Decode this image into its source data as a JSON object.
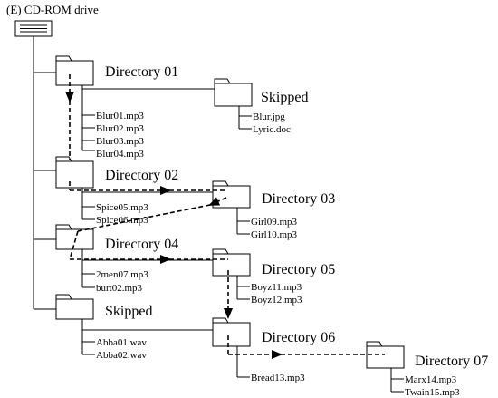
{
  "root": {
    "label": "(E) CD-ROM drive"
  },
  "folders": {
    "dir01": "Directory 01",
    "skipped1": "Skipped",
    "dir02": "Directory 02",
    "dir03": "Directory 03",
    "dir04": "Directory 04",
    "dir05": "Directory 05",
    "skipped2": "Skipped",
    "dir06": "Directory 06",
    "dir07": "Directory 07"
  },
  "files": {
    "dir01": [
      "Blur01.mp3",
      "Blur02.mp3",
      "Blur03.mp3",
      "Blur04.mp3"
    ],
    "skipped1": [
      "Blur.jpg",
      "Lyric.doc"
    ],
    "dir02": [
      "Spice05.mp3",
      "Spice06.mp3"
    ],
    "dir03": [
      "Girl09.mp3",
      "Girl10.mp3"
    ],
    "dir04": [
      "2men07.mp3",
      "burt02.mp3"
    ],
    "dir05": [
      "Boyz11.mp3",
      "Boyz12.mp3"
    ],
    "skipped2": [
      "Abba01.wav",
      "Abba02.wav"
    ],
    "dir06": [
      "Bread13.mp3"
    ],
    "dir07": [
      "Marx14.mp3",
      "Twain15.mp3"
    ]
  }
}
